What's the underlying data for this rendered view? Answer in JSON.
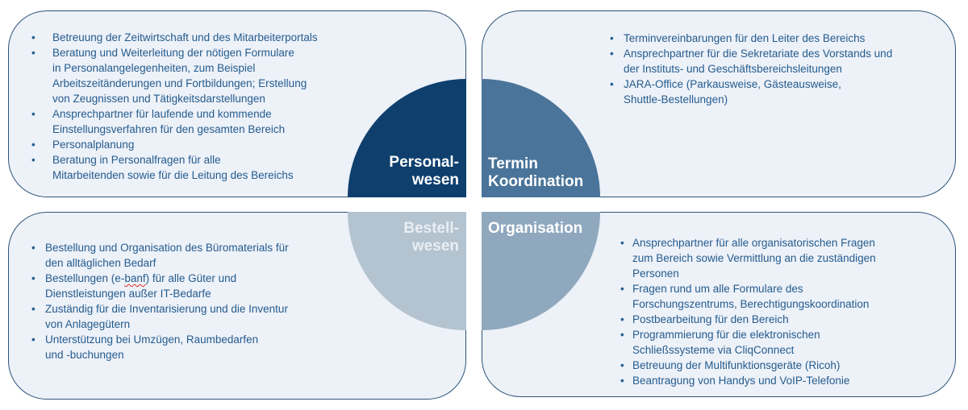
{
  "slide": {
    "page_background": "#ffffff",
    "card_fill": "#edf1f8",
    "card_border": "#2d5378",
    "text_color": "#245c8e"
  },
  "quadrants": [
    {
      "id": "personalwesen",
      "label": "Personal-\nwesen",
      "color": "#0e3f6d",
      "label_color": "#ffffff",
      "bullets": [
        "Betreuung der Zeitwirtschaft und des Mitarbeiterportals",
        "Beratung und Weiterleitung der nötigen Formulare\nin Personalangelegenheiten, zum Beispiel\nArbeitszeitänderungen und Fortbildungen; Erstellung\nvon Zeugnissen und Tätigkeitsdarstellungen",
        "Ansprechpartner für laufende und kommende\nEinstellungsverfahren für den gesamten Bereich",
        "Personalplanung",
        "Beratung in Personalfragen für alle\nMitarbeitenden sowie für die Leitung des Bereichs"
      ]
    },
    {
      "id": "terminkoordination",
      "label": "Termin\nKoordination",
      "color": "#4a7499",
      "label_color": "#ffffff",
      "bullets": [
        "Terminvereinbarungen für den Leiter des Bereichs",
        "Ansprechpartner für die Sekretariate des Vorstands und\nder Instituts- und Geschäftsbereichsleitungen",
        "JARA-Office (Parkausweise, Gästeausweise,\nShuttle-Bestellungen)"
      ]
    },
    {
      "id": "bestellwesen",
      "label": "Bestell-\nwesen",
      "color": "#b4c3d0",
      "label_color": "#e9eef3",
      "bullets": [
        "Bestellung und Organisation des Büromaterials für\nden alltäglichen Bedarf",
        "Bestellungen (e-banf) für alle Güter und\nDienstleistungen außer IT-Bedarfe",
        "Zuständig für die Inventarisierung und die Inventur\nvon Anlagegütern",
        "Unterstützung bei Umzügen, Raumbedarfen\nund -buchungen"
      ]
    },
    {
      "id": "organisation",
      "label": "Organisation",
      "color": "#8fa8be",
      "label_color": "#ffffff",
      "bullets": [
        "Ansprechpartner für alle organisatorischen Fragen\nzum Bereich sowie Vermittlung an die zuständigen\nPersonen",
        "Fragen rund um alle Formulare des\nForschungszentrums, Berechtigungskoordination",
        "Postbearbeitung für den Bereich",
        "Programmierung für die elektronischen\nSchließssysteme via CliqConnect",
        "Betreuung der Multifunktionsgeräte (Ricoh)",
        "Beantragung von Handys und VoIP-Telefonie"
      ]
    }
  ],
  "spellcheck": {
    "word": "banf",
    "underline_color": "#d93025"
  }
}
